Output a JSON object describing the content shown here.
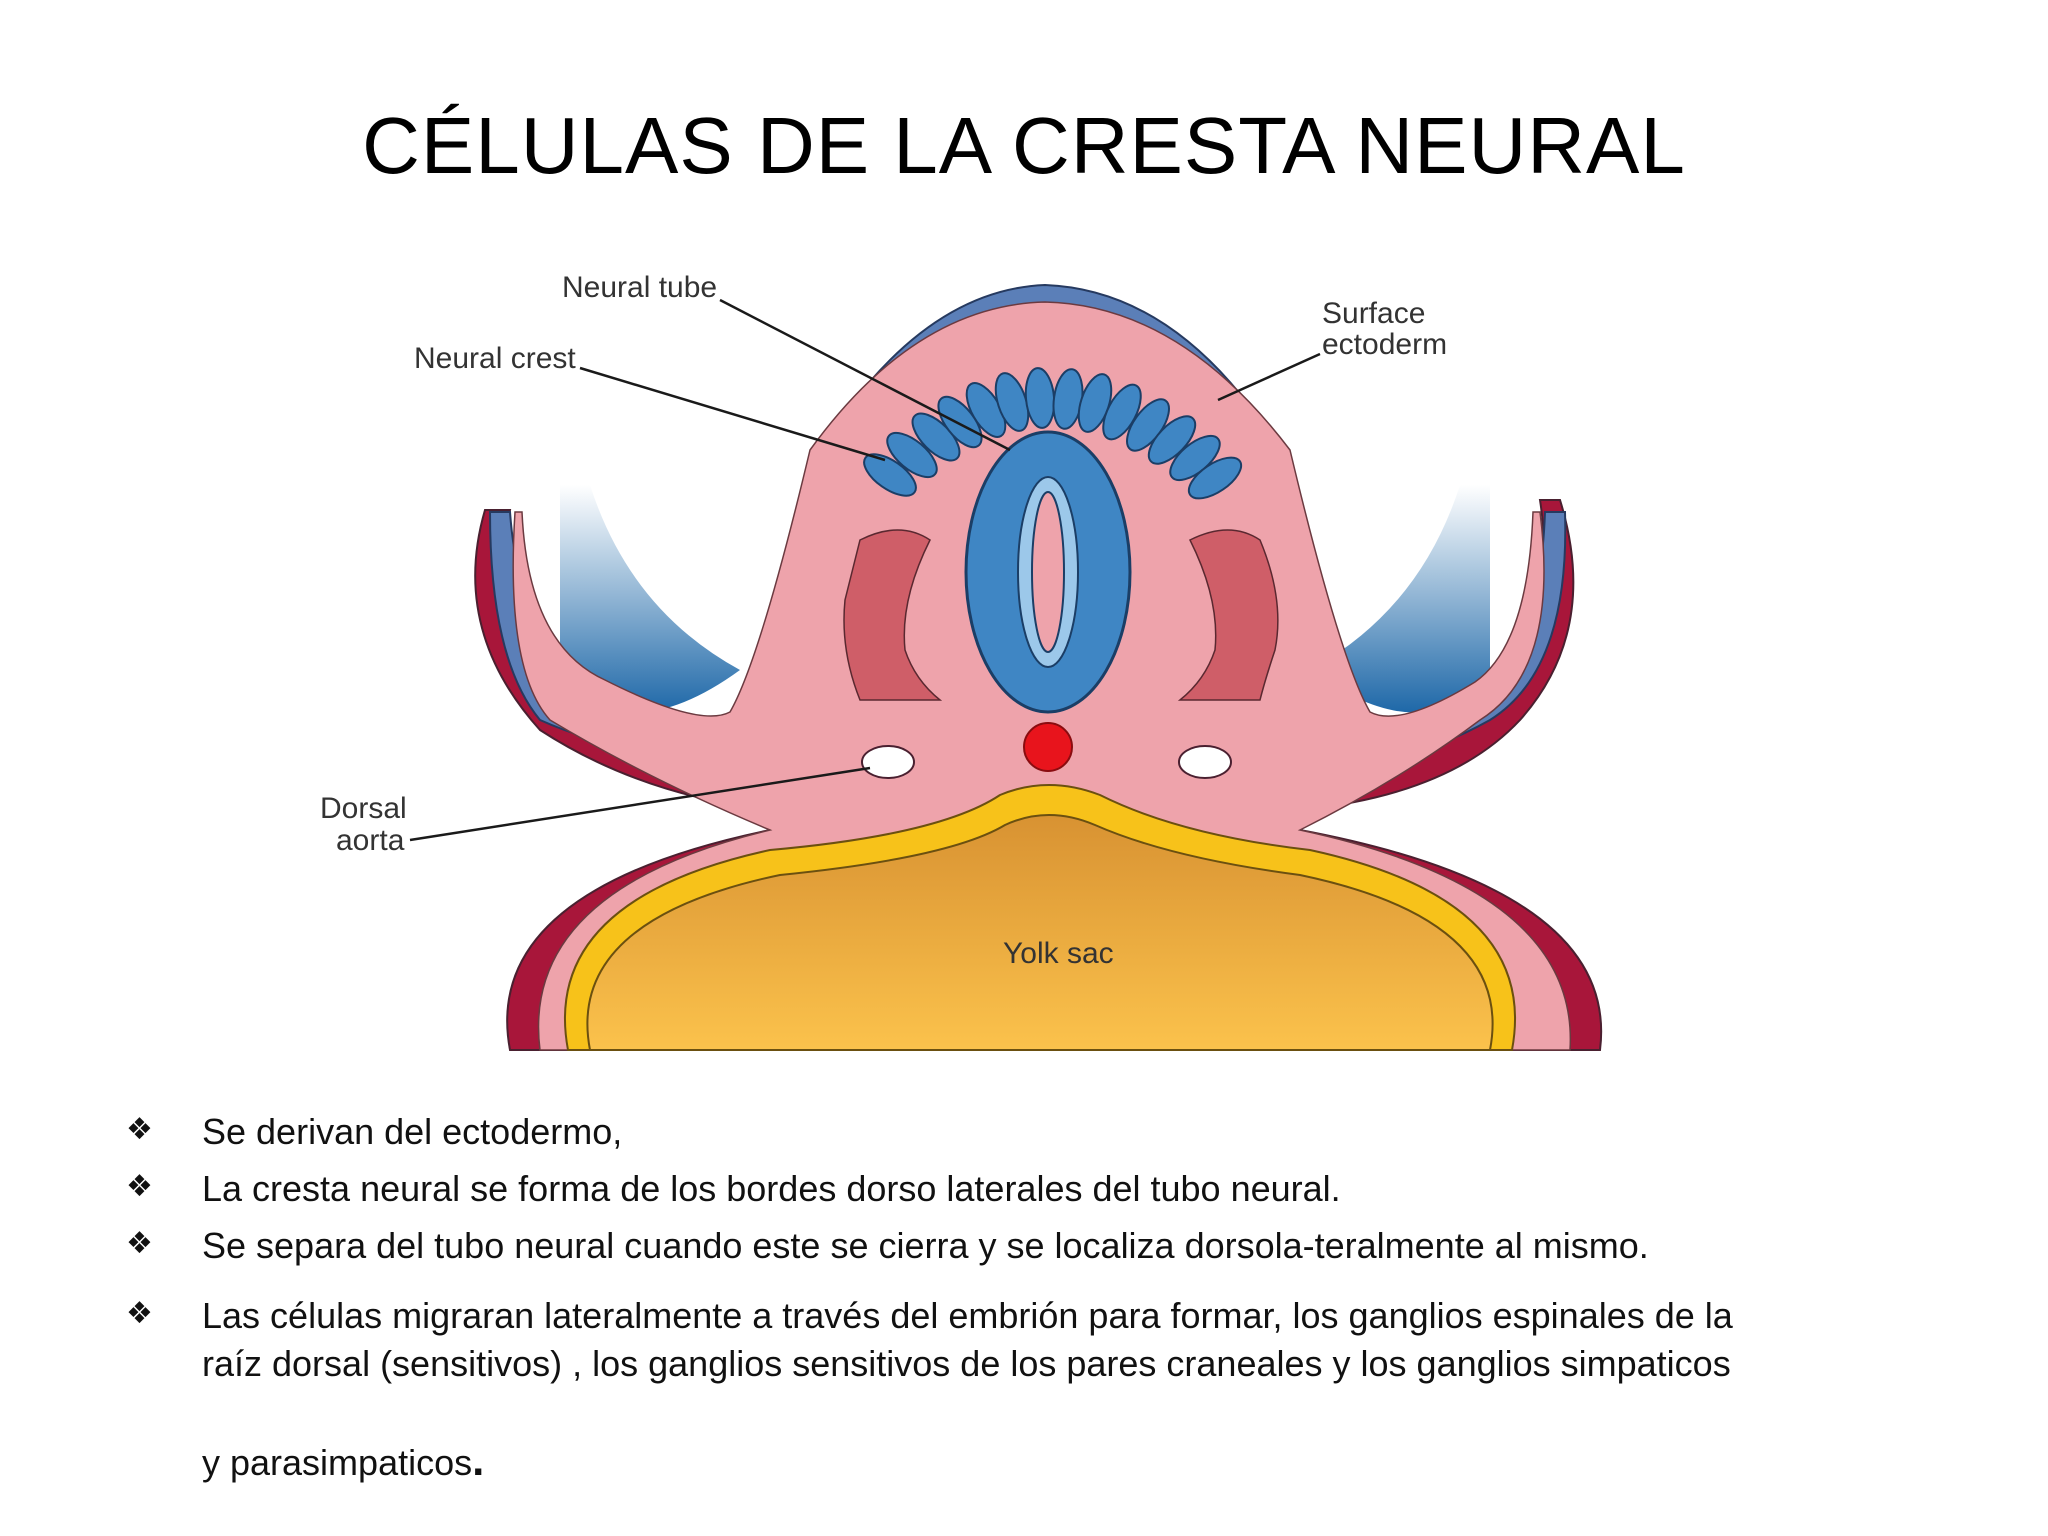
{
  "slide": {
    "title": "CÉLULAS DE LA CRESTA NEURAL"
  },
  "diagram": {
    "labels": {
      "neural_tube": "Neural tube",
      "neural_crest": "Neural crest",
      "surface_ectoderm_1": "Surface",
      "surface_ectoderm_2": "ectoderm",
      "dorsal_aorta_1": "Dorsal",
      "dorsal_aorta_2": "aorta",
      "yolk_sac": "Yolk sac"
    },
    "colors": {
      "ectoderm_blue": "#5b7fb8",
      "mesoderm_pink": "#eea3ab",
      "somite_dark_pink": "#cf5e68",
      "neural_blue": "#3f86c4",
      "outer_red": "#a8163a",
      "notochord_red": "#e8141c",
      "yellow_band": "#f7c21a",
      "yolk_orange": "#e8a43c",
      "amnion_blue": "#1e68a8"
    }
  },
  "bullets": {
    "marker": "❖",
    "items": [
      "Se derivan del ectodermo,",
      "La cresta neural se forma de los bordes dorso laterales del tubo neural.",
      "Se separa del tubo neural cuando este se cierra  y se localiza dorsola-teralmente al mismo."
    ],
    "last": {
      "line1": "Las células migraran lateralmente a través del embrión para formar, los ganglios espinales de la",
      "line2": "raíz dorsal (sensitivos) , los ganglios sensitivos de los pares craneales y los ganglios simpaticos",
      "line3": "y parasimpaticos",
      "end": "."
    }
  }
}
